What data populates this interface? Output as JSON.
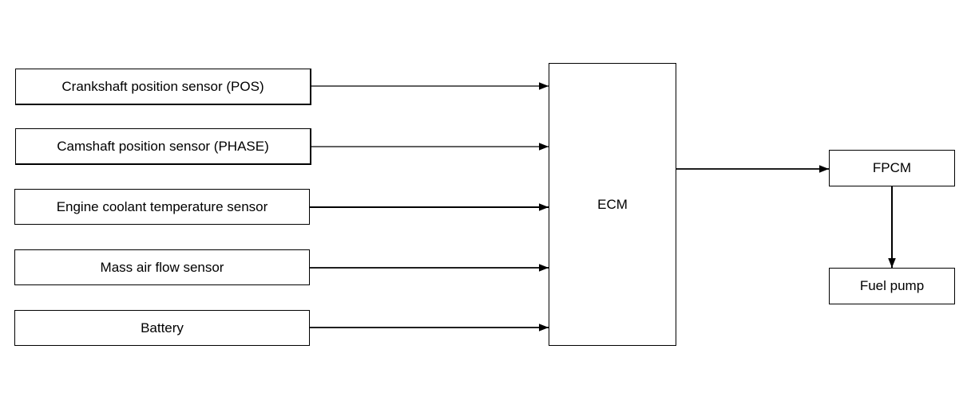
{
  "diagram": {
    "inputs": [
      {
        "label": "Crankshaft position sensor (POS)"
      },
      {
        "label": "Camshaft position sensor (PHASE)"
      },
      {
        "label": "Engine coolant temperature sensor"
      },
      {
        "label": "Mass air flow sensor"
      },
      {
        "label": "Battery"
      }
    ],
    "controller": {
      "label": "ECM"
    },
    "module": {
      "label": "FPCM"
    },
    "output": {
      "label": "Fuel pump"
    }
  }
}
